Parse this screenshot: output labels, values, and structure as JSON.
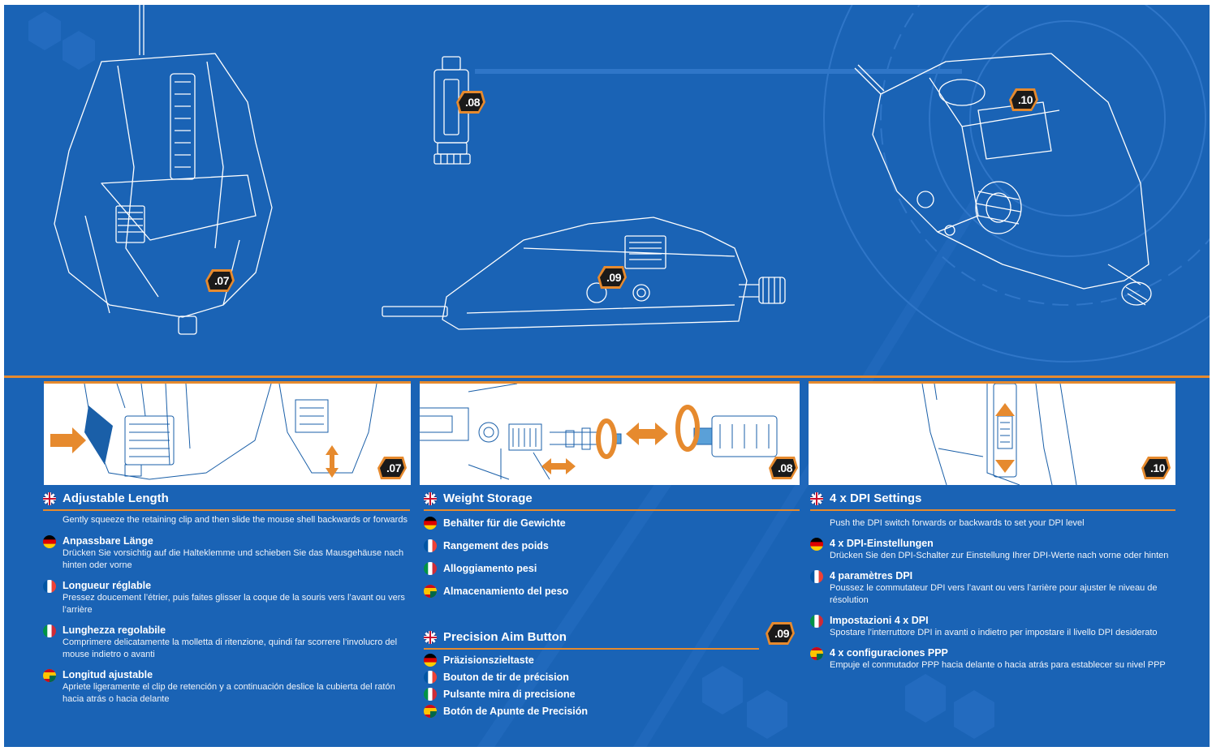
{
  "colors": {
    "background": "#1a63b5",
    "accent": "#e68a2e",
    "line": "#ffffff"
  },
  "diagram": {
    "badges": {
      "b07": ".07",
      "b08": ".08",
      "b09": ".09",
      "b10": ".10"
    }
  },
  "panels": {
    "p07": ".07",
    "p08": ".08",
    "p10": ".10"
  },
  "col1": {
    "title": "Adjustable Length",
    "en_text": "Gently squeeze the retaining clip and then slide the mouse shell backwards or forwards",
    "entries": [
      {
        "flag": "de-flag-icon",
        "heading": "Anpassbare Länge",
        "text": "Drücken Sie vorsichtig auf die Halteklemme und schieben Sie das Mausgehäuse nach hinten oder vorne"
      },
      {
        "flag": "fr-flag-icon",
        "heading": "Longueur réglable",
        "text": "Pressez doucement l’étrier, puis faites glisser la coque de la souris vers l’avant ou vers l’arrière"
      },
      {
        "flag": "it-flag-icon",
        "heading": "Lunghezza regolabile",
        "text": "Comprimere delicatamente la molletta di ritenzione, quindi far scorrere l’involucro del mouse indietro o avanti"
      },
      {
        "flag": "es-flag-icon",
        "heading": "Longitud ajustable",
        "text": "Apriete ligeramente el clip de retención y a continuación deslice la cubierta del ratón hacia atrás o hacia delante"
      }
    ]
  },
  "col2": {
    "title1": "Weight Storage",
    "list1": [
      "Behälter für die Gewichte",
      "Rangement des poids",
      "Alloggiamento pesi",
      "Almacenamiento del peso"
    ],
    "title2": "Precision Aim Button",
    "badge2": ".09",
    "list2": [
      "Präzisionszieltaste",
      "Bouton de tir de précision",
      "Pulsante mira di precisione",
      "Botón de Apunte de Precisión"
    ]
  },
  "col3": {
    "title": "4 x DPI Settings",
    "en_text": "Push the DPI switch forwards or backwards to set your DPI level",
    "entries": [
      {
        "flag": "de-flag-icon",
        "heading": "4 x DPI-Einstellungen",
        "text": "Drücken Sie den DPI-Schalter zur Einstellung Ihrer DPI-Werte nach vorne oder hinten"
      },
      {
        "flag": "fr-flag-icon",
        "heading": "4 paramètres DPI",
        "text": "Poussez le commutateur DPI vers l’avant ou vers l’arrière pour ajuster le niveau de résolution"
      },
      {
        "flag": "it-flag-icon",
        "heading": "Impostazioni 4 x DPI",
        "text": "Spostare l’interruttore DPI in avanti o indietro per impostare il livello DPI desiderato"
      },
      {
        "flag": "es-flag-icon",
        "heading": "4 x configuraciones PPP",
        "text": "Empuje el conmutador PPP hacia delante o hacia atrás para establecer su nivel PPP"
      }
    ]
  }
}
